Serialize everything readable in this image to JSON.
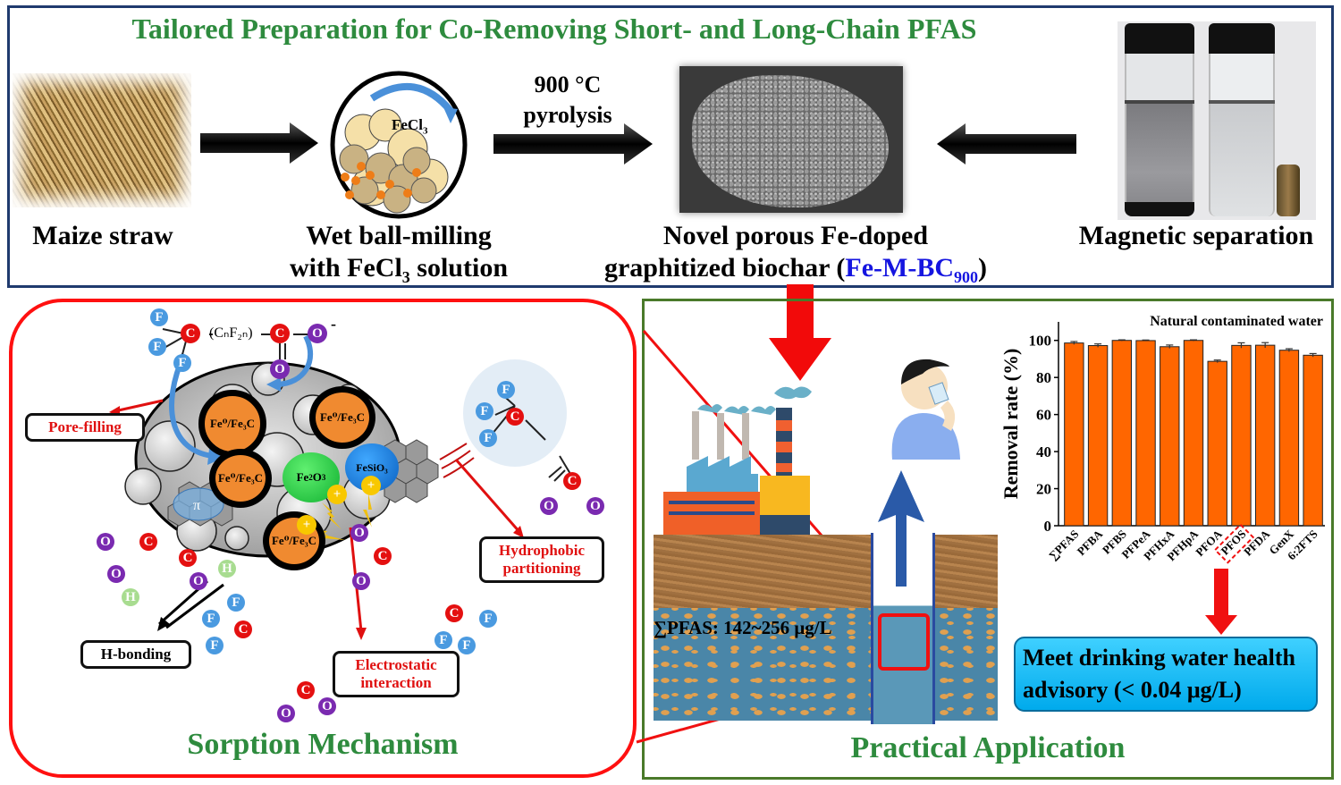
{
  "preparation": {
    "title": "Tailored Preparation for Co-Removing Short- and Long-Chain PFAS",
    "steps": [
      {
        "label": "Maize straw",
        "image": "maize-straw-photo"
      },
      {
        "label_line1": "Wet ball-milling",
        "label_line2_prefix": "with FeCl",
        "label_line2_sub": "3",
        "label_line2_suffix": " solution",
        "inner_label": "FeCl",
        "inner_label_sub": "3"
      },
      {
        "label_line1": "Novel porous Fe-doped",
        "label_line2_prefix": "graphitized biochar (",
        "highlight": "Fe-M-BC",
        "highlight_sub": "900",
        "label_line2_suffix": ")",
        "image": "sem-micrograph"
      },
      {
        "label": "Magnetic separation",
        "image": "vials-photo"
      }
    ],
    "pyrolysis_line1": "900 °C",
    "pyrolysis_line2": "pyrolysis",
    "highlight_color": "#1515e0",
    "title_color": "#2e8b3e"
  },
  "sorption": {
    "title": "Sorption Mechanism",
    "mechanisms": [
      "Pore-filling",
      "Hydrophobic partitioning",
      "H-bonding",
      "Electrostatic interaction"
    ],
    "particles": {
      "fe": "Fe⁰/Fe₃C",
      "fe2o3_main": "Fe",
      "fe2o3_sub": "2",
      "fe2o3_tail": "O",
      "fe2o3_sub2": "3",
      "fesio3": "FeSiO₃",
      "pi": "π"
    },
    "chain_label": "(CₙF₂ₙ)",
    "atoms": {
      "fluorine": "F",
      "carbon": "C",
      "oxygen": "O",
      "hydrogen": "H",
      "plus": "+",
      "minus": "-"
    },
    "border_color": "#ff1010"
  },
  "application": {
    "title": "Practical Application",
    "concentration_label": "∑PFAS: 142~256 μg/L",
    "advisory_line1": "Meet drinking water health",
    "advisory_line2": "advisory (< 0.04 μg/L)",
    "highlighted_compound": "PFOS",
    "border_color": "#4a7a2a"
  },
  "chart_data": {
    "type": "bar",
    "title": "Natural contaminated water",
    "xlabel": "",
    "ylabel": "Removal rate (%)",
    "ylim": [
      0,
      110
    ],
    "yticks": [
      0,
      20,
      40,
      60,
      80,
      100
    ],
    "categories": [
      "∑PFAS",
      "PFBA",
      "PFBS",
      "PFPeA",
      "PFHxA",
      "PFHpA",
      "PFOA",
      "PFOS",
      "PFDA",
      "GenX",
      "6:2FTS"
    ],
    "values": [
      98.6,
      97.2,
      100,
      99.9,
      96.6,
      100,
      88.7,
      97.3,
      97.4,
      94.7,
      92.0
    ],
    "error": [
      0.8,
      0.9,
      0.3,
      0.3,
      0.9,
      0.3,
      0.7,
      1.4,
      1.4,
      0.8,
      0.9
    ],
    "bar_color": "#ff6600",
    "grid": false,
    "legend": "none"
  }
}
